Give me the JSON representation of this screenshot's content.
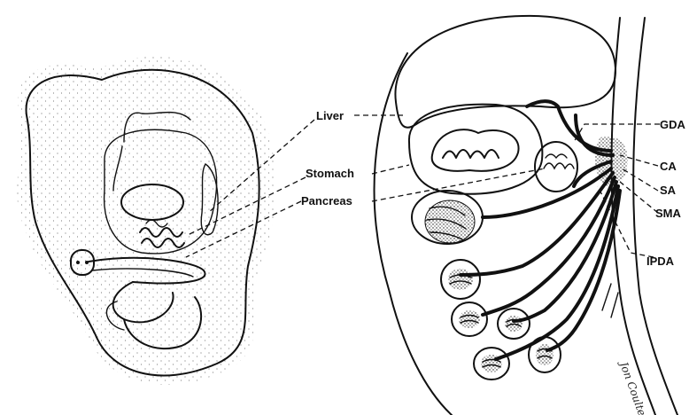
{
  "labels": {
    "liver": "Liver",
    "stomach": "Stomach",
    "pancreas": "Pancreas",
    "gda": "GDA",
    "ca": "CA",
    "sa": "SA",
    "sma": "SMA",
    "ipda": "IPDA"
  },
  "signature": "Jon Coulter",
  "colors": {
    "ink": "#111111",
    "background": "#ffffff"
  }
}
